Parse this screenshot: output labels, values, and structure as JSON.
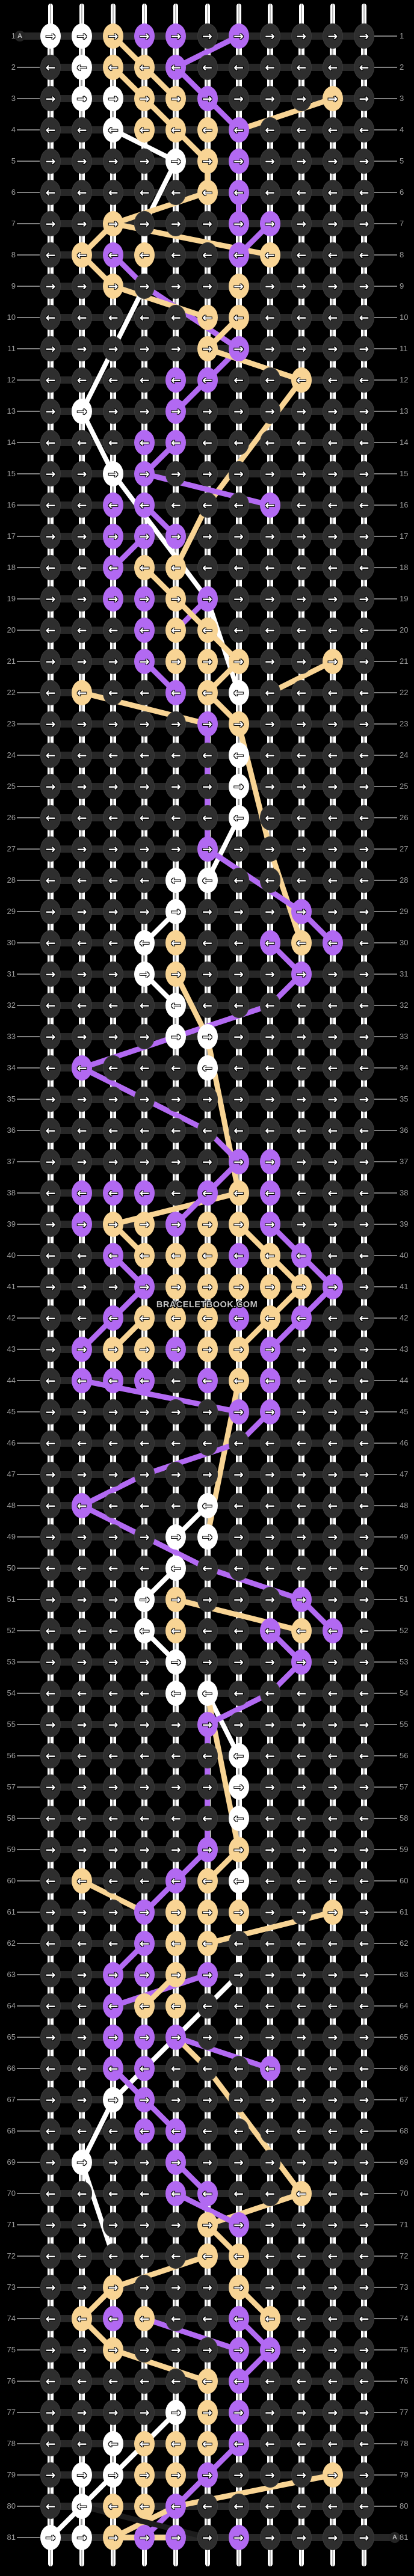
{
  "meta": {
    "watermark": "BRACELETBOOK.COM",
    "start_marker_label": "A",
    "end_marker_label": "A",
    "arrow_right": "→",
    "arrow_left": "←"
  },
  "palette": {
    "W": "#ffffff",
    "O": "#f8d494",
    "P": "#b269f2",
    "D": "#2e2e2e",
    "K": "#1c1c1c",
    "background": "#000000",
    "row_bar": "#272727",
    "label_gray": "#9b9b9b",
    "leader_gray": "#7e7e7e"
  },
  "grid": {
    "rows": 81,
    "cols": 11
  },
  "pattern": {
    "rows": [
      {
        "n": 1,
        "d": "→",
        "k": "WWOPPDPDDDD"
      },
      {
        "n": 2,
        "d": "←",
        "k": "DWOOPDDDDDD"
      },
      {
        "n": 3,
        "d": "→",
        "k": "DWWOOPDDDOD"
      },
      {
        "n": 4,
        "d": "←",
        "k": "DDWOOOPDDDD"
      },
      {
        "n": 5,
        "d": "→",
        "k": "DDDDWOPDDDD"
      },
      {
        "n": 6,
        "d": "←",
        "k": "DDDDDOPDDDD"
      },
      {
        "n": 7,
        "d": "→",
        "k": "DDODDDPPDDD"
      },
      {
        "n": 8,
        "d": "←",
        "k": "DOPODDPODDD"
      },
      {
        "n": 9,
        "d": "→",
        "k": "DDODDDODDDD"
      },
      {
        "n": 10,
        "d": "←",
        "k": "DDDDDOODDDD"
      },
      {
        "n": 11,
        "d": "→",
        "k": "DDDDDOPDDDD"
      },
      {
        "n": 12,
        "d": "←",
        "k": "DDDDPPDDODD"
      },
      {
        "n": 13,
        "d": "→",
        "k": "DWDDPDDDDDD"
      },
      {
        "n": 14,
        "d": "←",
        "k": "DDDPPDDDDDD"
      },
      {
        "n": 15,
        "d": "→",
        "k": "DDWPDDDDDDD"
      },
      {
        "n": 16,
        "d": "←",
        "k": "DDPPDDDPDDD"
      },
      {
        "n": 17,
        "d": "→",
        "k": "DDPPPDDDDDD"
      },
      {
        "n": 18,
        "d": "←",
        "k": "DDPOODDDDDD"
      },
      {
        "n": 19,
        "d": "→",
        "k": "DDPPOPDDDDD"
      },
      {
        "n": 20,
        "d": "←",
        "k": "DDDPOODDDDD"
      },
      {
        "n": 21,
        "d": "→",
        "k": "DDDPOOODDOD"
      },
      {
        "n": 22,
        "d": "←",
        "k": "DODDPOWDDDD"
      },
      {
        "n": 23,
        "d": "→",
        "k": "DDDDDPODDDD"
      },
      {
        "n": 24,
        "d": "←",
        "k": "DDDDDDWDDDD"
      },
      {
        "n": 25,
        "d": "→",
        "k": "DDDDDDWDDDD"
      },
      {
        "n": 26,
        "d": "←",
        "k": "DDDDDDWDDDD"
      },
      {
        "n": 27,
        "d": "→",
        "k": "DDDDDPDDDDD"
      },
      {
        "n": 28,
        "d": "←",
        "k": "DDDDWWDDDDD"
      },
      {
        "n": 29,
        "d": "→",
        "k": "DDDDWDDDPDD"
      },
      {
        "n": 30,
        "d": "←",
        "k": "DDDWODDPOPD"
      },
      {
        "n": 31,
        "d": "→",
        "k": "DDDWODDDPDD"
      },
      {
        "n": 32,
        "d": "←",
        "k": "DDDDWDDDDDD"
      },
      {
        "n": 33,
        "d": "→",
        "k": "DDDDWWDDDDD"
      },
      {
        "n": 34,
        "d": "←",
        "k": "DPDDDWDDDDD"
      },
      {
        "n": 35,
        "d": "→",
        "k": "DDDDDDDDDDD"
      },
      {
        "n": 36,
        "d": "←",
        "k": "DDDDDDDDDDD"
      },
      {
        "n": 37,
        "d": "→",
        "k": "DDDDDDPPDDD"
      },
      {
        "n": 38,
        "d": "←",
        "k": "DPPPDPOPDDD"
      },
      {
        "n": 39,
        "d": "→",
        "k": "DPOOPOOPDDD"
      },
      {
        "n": 40,
        "d": "←",
        "k": "DDPOOOPOPDD"
      },
      {
        "n": 41,
        "d": "→",
        "k": "DDDPOOOOOPD"
      },
      {
        "n": 42,
        "d": "←",
        "k": "DDPOOOPOPDD"
      },
      {
        "n": 43,
        "d": "→",
        "k": "DPOOPOOPDDD"
      },
      {
        "n": 44,
        "d": "←",
        "k": "DPPPDPOPDDD"
      },
      {
        "n": 45,
        "d": "→",
        "k": "DDDDDDPPDDD"
      },
      {
        "n": 46,
        "d": "←",
        "k": "DDDDDDDDDDD"
      },
      {
        "n": 47,
        "d": "→",
        "k": "DDDDDDDDDDD"
      },
      {
        "n": 48,
        "d": "←",
        "k": "DPDDDWDDDDD"
      },
      {
        "n": 49,
        "d": "→",
        "k": "DDDDWWDDDDD"
      },
      {
        "n": 50,
        "d": "←",
        "k": "DDDDWDDDDDD"
      },
      {
        "n": 51,
        "d": "→",
        "k": "DDDWODDDPDD"
      },
      {
        "n": 52,
        "d": "←",
        "k": "DDDWODDPOPD"
      },
      {
        "n": 53,
        "d": "→",
        "k": "DDDDWDDDPDD"
      },
      {
        "n": 54,
        "d": "←",
        "k": "DDDDWWDDDDD"
      },
      {
        "n": 55,
        "d": "→",
        "k": "DDDDDPDDDDD"
      },
      {
        "n": 56,
        "d": "←",
        "k": "DDDDDDWDDDD"
      },
      {
        "n": 57,
        "d": "→",
        "k": "DDDDDDWDDDD"
      },
      {
        "n": 58,
        "d": "←",
        "k": "DDDDDDWDDDD"
      },
      {
        "n": 59,
        "d": "→",
        "k": "DDDDDPODDDD"
      },
      {
        "n": 60,
        "d": "←",
        "k": "DODDPOWDDDD"
      },
      {
        "n": 61,
        "d": "→",
        "k": "DDDPOOODDOD"
      },
      {
        "n": 62,
        "d": "←",
        "k": "DDDPOODDDDD"
      },
      {
        "n": 63,
        "d": "→",
        "k": "DDPPOPDDDDD"
      },
      {
        "n": 64,
        "d": "←",
        "k": "DDPOODDDDDD"
      },
      {
        "n": 65,
        "d": "→",
        "k": "DDPPPDDDDDD"
      },
      {
        "n": 66,
        "d": "←",
        "k": "DDPPDDDPDDD"
      },
      {
        "n": 67,
        "d": "→",
        "k": "DDWPDDDDDDD"
      },
      {
        "n": 68,
        "d": "←",
        "k": "DDDPPDDDDDD"
      },
      {
        "n": 69,
        "d": "→",
        "k": "DWDDPDDDDDD"
      },
      {
        "n": 70,
        "d": "←",
        "k": "DDDDPPDDODD"
      },
      {
        "n": 71,
        "d": "→",
        "k": "DDDDDOPDDDD"
      },
      {
        "n": 72,
        "d": "←",
        "k": "DDDDDOODDDD"
      },
      {
        "n": 73,
        "d": "→",
        "k": "DDODDDODDDD"
      },
      {
        "n": 74,
        "d": "←",
        "k": "DOPODDPODDD"
      },
      {
        "n": 75,
        "d": "→",
        "k": "DDODDDPPDDD"
      },
      {
        "n": 76,
        "d": "←",
        "k": "DDDDDOPDDDD"
      },
      {
        "n": 77,
        "d": "→",
        "k": "DDDDWOPDDDD"
      },
      {
        "n": 78,
        "d": "←",
        "k": "DDWOOOPDDDD"
      },
      {
        "n": 79,
        "d": "→",
        "k": "DWWOOPDDDOD"
      },
      {
        "n": 80,
        "d": "←",
        "k": "DWOOPDDDDDD"
      },
      {
        "n": 81,
        "d": "→",
        "k": "WWOPPDPDDDD"
      }
    ],
    "segments": [
      [
        1,
        3,
        2,
        4,
        "O"
      ],
      [
        1,
        7,
        2,
        5,
        "P"
      ],
      [
        2,
        3,
        3,
        4,
        "O"
      ],
      [
        2,
        4,
        3,
        5,
        "O"
      ],
      [
        2,
        5,
        3,
        6,
        "P"
      ],
      [
        3,
        10,
        4,
        7,
        "O"
      ],
      [
        3,
        6,
        4,
        7,
        "P"
      ],
      [
        3,
        4,
        4,
        5,
        "O"
      ],
      [
        4,
        3,
        5,
        5,
        "W"
      ],
      [
        4,
        5,
        5,
        6,
        "O"
      ],
      [
        5,
        5,
        7,
        4,
        "W"
      ],
      [
        5,
        6,
        6,
        6,
        "O"
      ],
      [
        6,
        6,
        7,
        3,
        "O"
      ],
      [
        6,
        7,
        7,
        7,
        "P"
      ],
      [
        7,
        3,
        8,
        2,
        "O"
      ],
      [
        7,
        3,
        8,
        8,
        "O"
      ],
      [
        7,
        8,
        8,
        7,
        "P"
      ],
      [
        7,
        4,
        9,
        4,
        "W"
      ],
      [
        8,
        2,
        9,
        3,
        "O"
      ],
      [
        8,
        3,
        9,
        4,
        "P"
      ],
      [
        9,
        4,
        11,
        7,
        "P"
      ],
      [
        9,
        3,
        10,
        6,
        "O"
      ],
      [
        9,
        4,
        11,
        3,
        "W"
      ],
      [
        10,
        7,
        11,
        6,
        "O"
      ],
      [
        11,
        7,
        12,
        6,
        "P"
      ],
      [
        11,
        6,
        12,
        9,
        "O"
      ],
      [
        12,
        9,
        16,
        6,
        "O"
      ],
      [
        12,
        6,
        13,
        5,
        "P"
      ],
      [
        11,
        3,
        13,
        2,
        "W"
      ],
      [
        13,
        2,
        15,
        3,
        "W"
      ],
      [
        14,
        5,
        15,
        4,
        "P"
      ],
      [
        15,
        4,
        16,
        8,
        "P"
      ],
      [
        15,
        3,
        19,
        6,
        "W"
      ],
      [
        19,
        6,
        22,
        7,
        "W"
      ],
      [
        16,
        4,
        17,
        5,
        "P"
      ],
      [
        16,
        6,
        18,
        5,
        "O"
      ],
      [
        17,
        4,
        18,
        3,
        "P"
      ],
      [
        18,
        4,
        19,
        5,
        "O"
      ],
      [
        19,
        6,
        20,
        5,
        "P"
      ],
      [
        19,
        5,
        20,
        6,
        "O"
      ],
      [
        20,
        6,
        21,
        7,
        "O"
      ],
      [
        21,
        7,
        22,
        6,
        "O"
      ],
      [
        21,
        10,
        22,
        8,
        "O"
      ],
      [
        21,
        4,
        22,
        5,
        "P"
      ],
      [
        22,
        2,
        23,
        6,
        "O"
      ],
      [
        22,
        6,
        23,
        7,
        "O"
      ],
      [
        23,
        6,
        27,
        6,
        "P"
      ],
      [
        23,
        7,
        27,
        8,
        "O"
      ],
      [
        27,
        8,
        30,
        9,
        "O"
      ],
      [
        26,
        7,
        28,
        6,
        "W"
      ],
      [
        27,
        6,
        29,
        9,
        "P"
      ],
      [
        29,
        5,
        30,
        4,
        "W"
      ],
      [
        31,
        4,
        32,
        5,
        "W"
      ],
      [
        29,
        9,
        30,
        10,
        "P"
      ],
      [
        30,
        8,
        31,
        9,
        "P"
      ],
      [
        31,
        9,
        32,
        8,
        "P"
      ],
      [
        32,
        8,
        34,
        2,
        "P"
      ],
      [
        31,
        5,
        33,
        6,
        "O"
      ],
      [
        33,
        6,
        38,
        7,
        "O"
      ],
      [
        34,
        2,
        36,
        6,
        "P"
      ],
      [
        36,
        6,
        37,
        7,
        "P"
      ],
      [
        37,
        7,
        38,
        6,
        "P"
      ],
      [
        38,
        7,
        39,
        3,
        "O"
      ],
      [
        38,
        6,
        39,
        5,
        "P"
      ],
      [
        39,
        3,
        40,
        4,
        "O"
      ],
      [
        39,
        8,
        40,
        9,
        "P"
      ],
      [
        39,
        7,
        40,
        8,
        "O"
      ],
      [
        40,
        9,
        41,
        10,
        "P"
      ],
      [
        40,
        8,
        41,
        9,
        "O"
      ],
      [
        41,
        10,
        42,
        9,
        "P"
      ],
      [
        41,
        9,
        42,
        8,
        "O"
      ],
      [
        42,
        9,
        43,
        8,
        "P"
      ],
      [
        42,
        8,
        43,
        7,
        "O"
      ],
      [
        40,
        3,
        41,
        4,
        "P"
      ],
      [
        41,
        4,
        42,
        3,
        "P"
      ],
      [
        42,
        3,
        43,
        2,
        "P"
      ],
      [
        42,
        4,
        43,
        3,
        "O"
      ],
      [
        44,
        2,
        45,
        7,
        "P"
      ],
      [
        44,
        7,
        49,
        6,
        "O"
      ],
      [
        45,
        8,
        46,
        7,
        "P"
      ],
      [
        46,
        7,
        47,
        4,
        "P"
      ],
      [
        47,
        4,
        48,
        2,
        "P"
      ],
      [
        48,
        2,
        50,
        6,
        "P"
      ],
      [
        50,
        6,
        51,
        9,
        "P"
      ],
      [
        48,
        6,
        49,
        5,
        "W"
      ],
      [
        50,
        5,
        51,
        4,
        "W"
      ],
      [
        52,
        4,
        53,
        5,
        "W"
      ],
      [
        54,
        6,
        56,
        7,
        "W"
      ],
      [
        51,
        5,
        52,
        9,
        "O"
      ],
      [
        51,
        9,
        52,
        10,
        "P"
      ],
      [
        52,
        8,
        53,
        9,
        "P"
      ],
      [
        53,
        9,
        54,
        8,
        "P"
      ],
      [
        54,
        8,
        55,
        6,
        "P"
      ],
      [
        54,
        6,
        59,
        7,
        "O"
      ],
      [
        55,
        6,
        59,
        6,
        "P"
      ],
      [
        59,
        6,
        60,
        5,
        "P"
      ],
      [
        59,
        7,
        60,
        6,
        "O"
      ],
      [
        60,
        2,
        61,
        4,
        "O"
      ],
      [
        60,
        5,
        61,
        4,
        "P"
      ],
      [
        61,
        10,
        62,
        6,
        "O"
      ],
      [
        60,
        7,
        63,
        7,
        "W"
      ],
      [
        63,
        7,
        67,
        3,
        "W"
      ],
      [
        62,
        4,
        63,
        3,
        "P"
      ],
      [
        63,
        6,
        64,
        3,
        "P"
      ],
      [
        63,
        5,
        64,
        4,
        "O"
      ],
      [
        65,
        5,
        66,
        8,
        "P"
      ],
      [
        65,
        5,
        66,
        6,
        "O"
      ],
      [
        66,
        6,
        70,
        9,
        "O"
      ],
      [
        66,
        3,
        67,
        4,
        "P"
      ],
      [
        67,
        4,
        68,
        5,
        "P"
      ],
      [
        69,
        5,
        70,
        6,
        "P"
      ],
      [
        67,
        3,
        69,
        2,
        "W"
      ],
      [
        69,
        2,
        72,
        3,
        "W"
      ],
      [
        70,
        9,
        71,
        6,
        "O"
      ],
      [
        70,
        5,
        71,
        7,
        "P"
      ],
      [
        71,
        6,
        72,
        7,
        "O"
      ],
      [
        72,
        6,
        73,
        3,
        "O"
      ],
      [
        73,
        7,
        74,
        8,
        "O"
      ],
      [
        73,
        3,
        74,
        2,
        "O"
      ],
      [
        74,
        4,
        75,
        7,
        "P"
      ],
      [
        74,
        7,
        75,
        8,
        "P"
      ],
      [
        74,
        2,
        75,
        3,
        "O"
      ],
      [
        75,
        3,
        76,
        6,
        "O"
      ],
      [
        75,
        8,
        76,
        7,
        "P"
      ],
      [
        77,
        5,
        79,
        3,
        "W"
      ],
      [
        79,
        3,
        81,
        1,
        "W"
      ],
      [
        78,
        7,
        81,
        4,
        "P"
      ],
      [
        79,
        10,
        80,
        5,
        "O"
      ],
      [
        80,
        5,
        81,
        3,
        "O"
      ],
      [
        80,
        2,
        81,
        6,
        "K"
      ],
      [
        81,
        3,
        81,
        5,
        "O"
      ]
    ]
  }
}
